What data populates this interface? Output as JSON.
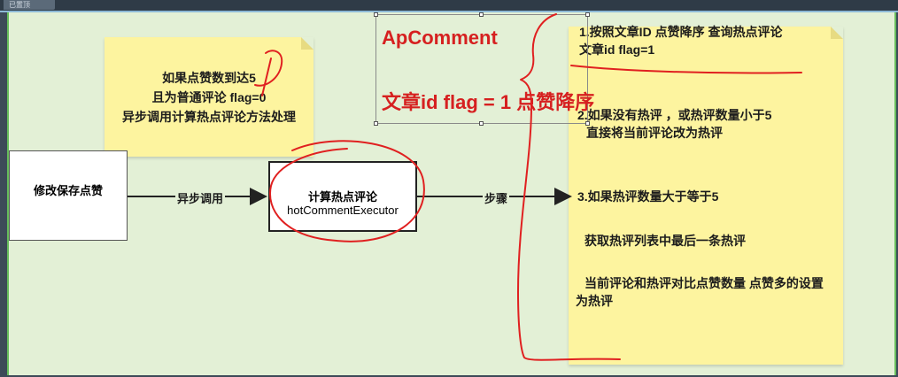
{
  "window": {
    "tab_label": "已置顶"
  },
  "notes": {
    "left_lines": [
      "如果点赞数到达5",
      "且为普通评论  flag=0",
      "异步调用计算热点评论方法处理"
    ],
    "right": {
      "step1_line1": "1.按照文章ID 点赞降序 查询热点评论",
      "step1_line2": "文章id  flag=1",
      "step2_line1": "2.如果没有热评 ，或热评数量小于5",
      "step2_line2": "直接将当前评论改为热评",
      "step3": "3.如果热评数量大于等于5",
      "step3_a": "获取热评列表中最后一条热评",
      "step3_b_line1": "当前评论和热评对比点赞数量 点赞多的设置",
      "step3_b_line2": "为热评"
    }
  },
  "boxes": {
    "save_like": "修改保存点赞",
    "hot_calc_line1": "计算热点评论",
    "hot_calc_line2": "hotCommentExecutor"
  },
  "arrows": {
    "async_call": "异步调用",
    "steps": "步骤"
  },
  "annotation": {
    "title": "ApComment",
    "subtitle": "文章id   flag = 1   点赞降序"
  },
  "colors": {
    "canvas": "#e3f0d6",
    "sticky": "#fdf49f",
    "ink_red": "#d62020"
  }
}
